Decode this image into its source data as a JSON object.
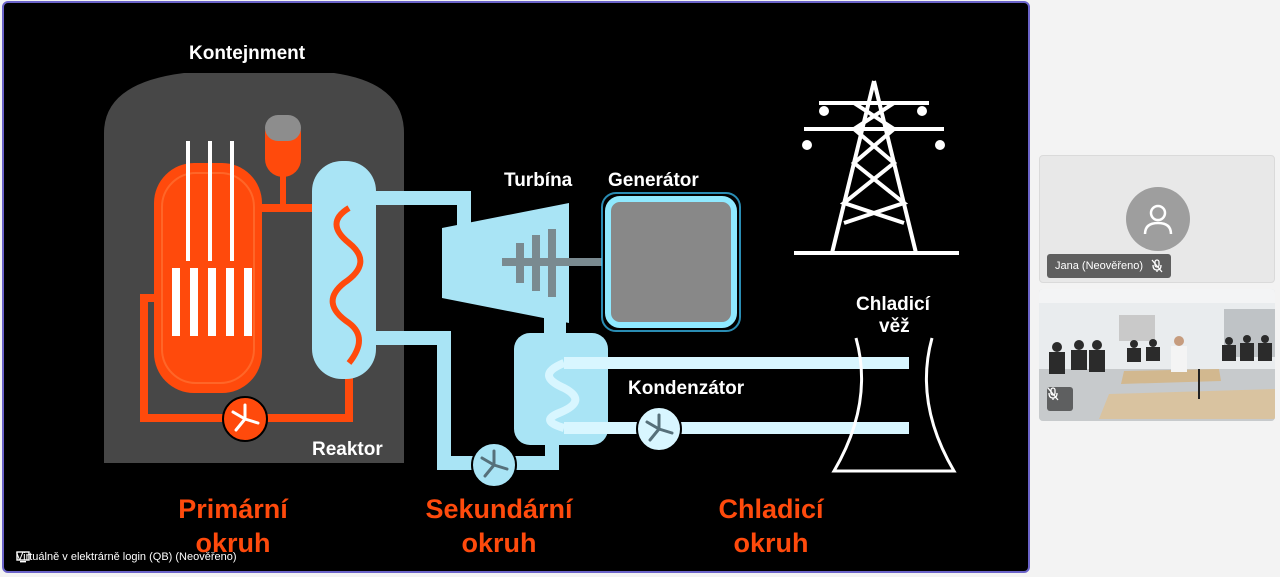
{
  "shared_screen": {
    "presenter_label": "Virtuálně v elektrárně login (QB) (Neověřeno)",
    "slide": {
      "containment": "Kontejnment",
      "reactor": "Reaktor",
      "turbine": "Turbína",
      "generator": "Generátor",
      "condenser": "Kondenzátor",
      "cooling_tower_line1": "Chladicí",
      "cooling_tower_line2": "věž",
      "primary_line1": "Primární",
      "primary_line2": "okruh",
      "secondary_line1": "Sekundární",
      "secondary_line2": "okruh",
      "cooling_line1": "Chladicí",
      "cooling_line2": "okruh"
    }
  },
  "participants": [
    {
      "name": "Jana (Neověřeno)",
      "muted": true,
      "avatar_icon": "person-icon"
    },
    {
      "name": "",
      "muted": true,
      "video": "classroom"
    }
  ],
  "colors": {
    "accent": "#6b64c9",
    "reactor_orange": "#ff4a0c",
    "water_blue": "#a9e4f5",
    "label_orange": "#ff4a0c"
  }
}
